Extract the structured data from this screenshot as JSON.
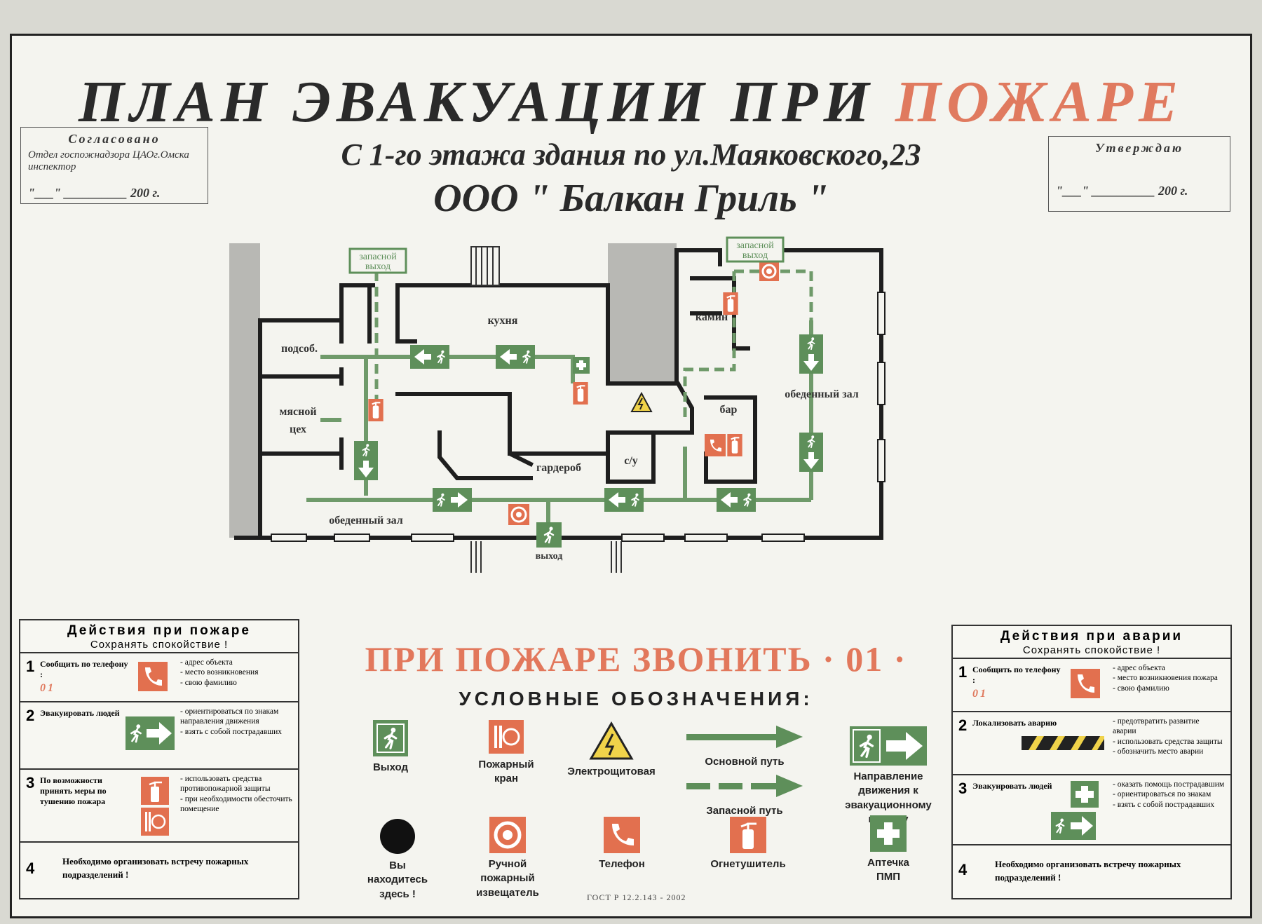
{
  "header": {
    "title_main": "ПЛАН ЭВАКУАЦИИ ПРИ ",
    "title_fire": "ПОЖАРЕ",
    "subtitle": "С 1-го этажа здания по ул.Маяковского,23",
    "company": "ООО \" Балкан Гриль \""
  },
  "stamp_left": {
    "heading": "Согласовано",
    "line1": "Отдел госпожнадзора ЦАОг.Омска",
    "line2": "инспектор",
    "date": "\"___\" __________ 200 г."
  },
  "stamp_right": {
    "heading": "Утверждаю",
    "date": "\"___\" __________ 200 г."
  },
  "plan": {
    "rooms": {
      "kitchen": "кухня",
      "utility": "подсоб.",
      "meat_1": "мясной",
      "meat_2": "цех",
      "fireplace": "камин",
      "dining_right": "обеденный зал",
      "bar": "бар",
      "cloakroom": "гардероб",
      "wc": "с/у",
      "dining_bottom": "обеденный зал"
    },
    "exits": {
      "spare_left_1": "запасной",
      "spare_left_2": "выход",
      "spare_right_1": "запасной",
      "spare_right_2": "выход",
      "main": "выход"
    },
    "colors": {
      "route": "#6f9a6a",
      "sign_green": "#5e8f5a",
      "sign_red": "#e2704f",
      "wall": "#1e1e1e",
      "gray": "#b8b8b4"
    }
  },
  "call": "ПРИ ПОЖАРЕ ЗВОНИТЬ · 01 ·",
  "legend": {
    "title": "УСЛОВНЫЕ ОБОЗНАЧЕНИЯ:",
    "exit": "Выход",
    "hydrant_1": "Пожарный",
    "hydrant_2": "кран",
    "panel": "Электрощитовая",
    "main_route": "Основной путь",
    "spare_route": "Запасной путь",
    "direction_1": "Направление",
    "direction_2": "движения к",
    "direction_3": "эвакуационному",
    "direction_4": "выходу",
    "here_1": "Вы",
    "here_2": "находитесь",
    "here_3": "здесь !",
    "manual_1": "Ручной",
    "manual_2": "пожарный",
    "manual_3": "извещатель",
    "phone": "Телефон",
    "extinguisher": "Огнетушитель",
    "firstaid_1": "Аптечка",
    "firstaid_2": "ПМП"
  },
  "gost": "ГОСТ Р 12.2.143 - 2002",
  "fire_actions": {
    "title": "Действия при пожаре",
    "subtitle": "Сохранять спокойствие !",
    "rows": [
      {
        "num": "1",
        "left": "Сообщить по телефону :",
        "phone": "01",
        "right": "- адрес объекта\n- место возникновения\n- свою фамилию"
      },
      {
        "num": "2",
        "left": "Эвакуировать людей",
        "right": "- ориентироваться по знакам направления движения\n- взять с собой пострадавших"
      },
      {
        "num": "3",
        "left": "По возможности принять меры по тушению пожара",
        "right": "- использовать средства противопожарной защиты\n- при необходимости обесточить помещение"
      },
      {
        "num": "4",
        "left": "Необходимо организовать встречу пожарных подразделений !"
      }
    ]
  },
  "accident_actions": {
    "title": "Действия при аварии",
    "subtitle": "Сохранять спокойствие !",
    "rows": [
      {
        "num": "1",
        "left": "Сообщить по телефону :",
        "phone": "01",
        "right": "- адрес объекта\n- место возникновения пожара\n- свою фамилию"
      },
      {
        "num": "2",
        "left": "Локализовать аварию",
        "right": "- предотвратить развитие аварии\n- использовать средства защиты\n- обозначить место аварии"
      },
      {
        "num": "3",
        "left": "Эвакуировать людей",
        "right": "- оказать помощь пострадавшим\n- ориентироваться по знакам\n- взять с собой пострадавших"
      },
      {
        "num": "4",
        "left": "Необходимо организовать встречу пожарных подразделений !"
      }
    ]
  }
}
